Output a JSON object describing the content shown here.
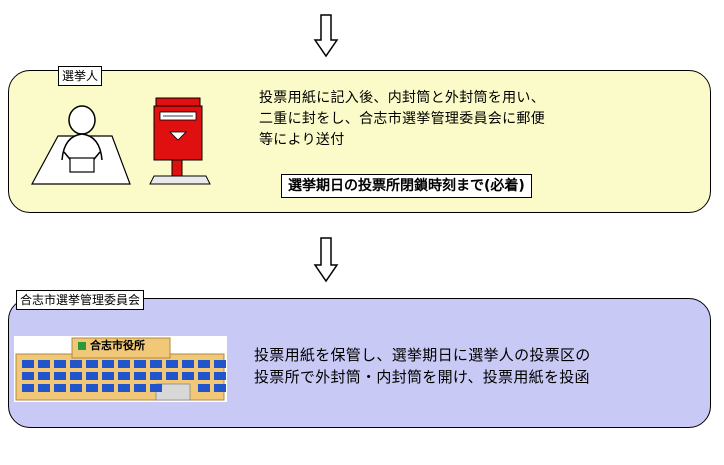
{
  "voter_box": {
    "tag": "選挙人",
    "text": "投票用紙に記入後、内封筒と外封筒を用い、\n二重に封をし、合志市選挙管理委員会に郵便\n等により送付",
    "deadline": "選挙期日の投票所閉鎖時刻まで(必着)"
  },
  "committee_box": {
    "tag": "合志市選挙管理委員会",
    "text": "投票用紙を保管し、選挙期日に選挙人の投票区の\n投票所で外封筒・内封筒を開け、投票用紙を投函",
    "building_sign": "合志市役所"
  },
  "colors": {
    "voter_bg": "#fbfbc9",
    "committee_bg": "#c9c9f5",
    "postbox_red": "#e01010",
    "building_wall": "#f0c878",
    "window_blue": "#2255cc"
  },
  "icons": [
    "down-arrow-icon",
    "person-writing-icon",
    "postbox-icon",
    "city-hall-icon"
  ]
}
